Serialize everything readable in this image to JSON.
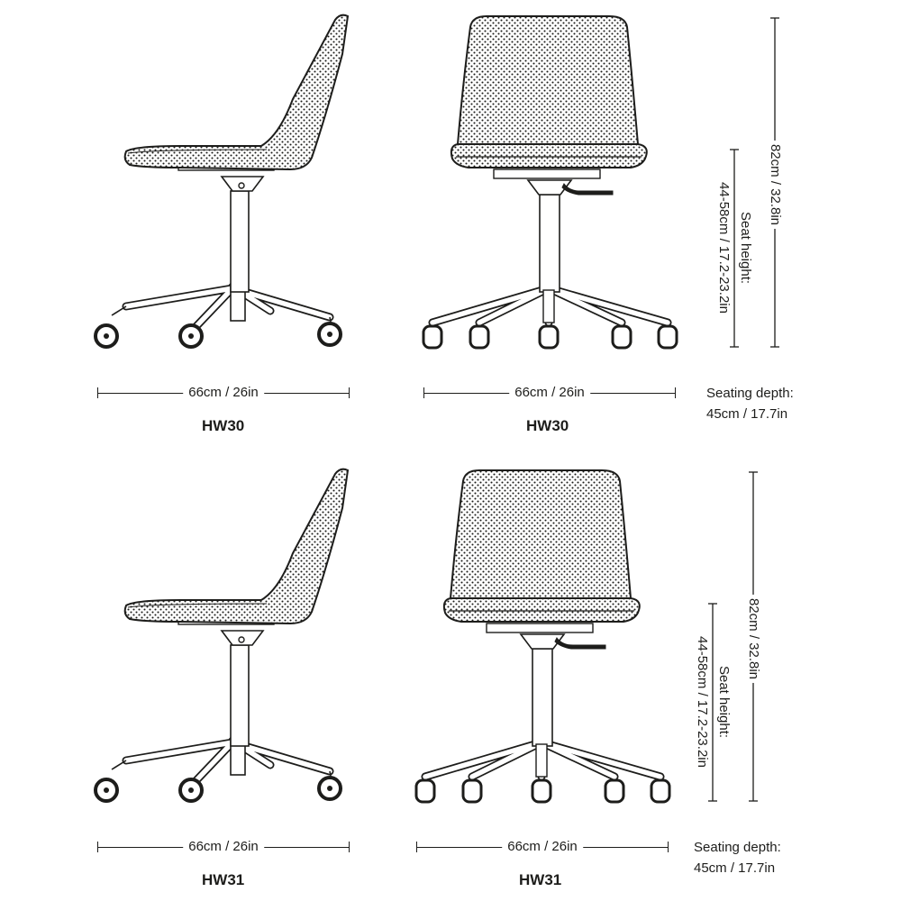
{
  "colors": {
    "line": "#1d1d1b",
    "fill": "#ffffff",
    "dots": "#1d1d1b"
  },
  "products": [
    {
      "name": "HW30",
      "base_width_label": "66cm / 26in",
      "height_label": "82cm / 32.8in",
      "seat_height_title": "Seat height:",
      "seat_height_value": "44-58cm / 17.2-23.2in",
      "seating_depth_title": "Seating depth:",
      "seating_depth_value": "45cm / 17.7in"
    },
    {
      "name": "HW31",
      "base_width_label": "66cm / 26in",
      "height_label": "82cm / 32.8in",
      "seat_height_title": "Seat height:",
      "seat_height_value": "44-58cm / 17.2-23.2in",
      "seating_depth_title": "Seating depth:",
      "seating_depth_value": "45cm / 17.7in"
    }
  ]
}
